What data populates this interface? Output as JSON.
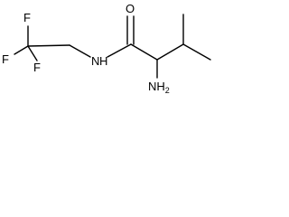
{
  "molecule": {
    "atoms": {
      "f_top": "F",
      "f_left": "F",
      "f_bottom": "F",
      "nh_amide": "N",
      "h_amide": "H",
      "o_carbonyl": "O",
      "nh2_n": "NH",
      "nh2_sub": "2"
    }
  }
}
